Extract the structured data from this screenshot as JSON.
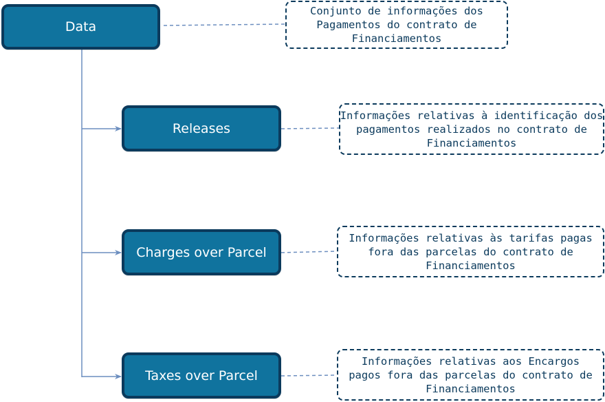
{
  "nodes": {
    "root": "Data",
    "releases": "Releases",
    "charges": "Charges over Parcel",
    "taxes": "Taxes over Parcel"
  },
  "notes": {
    "root": [
      "Conjunto de informações dos",
      "Pagamentos do contrato de",
      "Financiamentos"
    ],
    "releases": [
      "Informações relativas à identificação dos",
      "pagamentos realizados no contrato de",
      "Financiamentos"
    ],
    "charges": [
      "Informações relativas às tarifas pagas",
      "fora das parcelas do contrato de",
      "Financiamentos"
    ],
    "taxes": [
      "Informações relativas aos Encargos",
      "pagos fora das parcelas do contrato de",
      "Financiamentos"
    ]
  },
  "colors": {
    "node_fill": "#10739e",
    "node_border": "#0b3a5c",
    "connector": "#6c8ebf"
  }
}
